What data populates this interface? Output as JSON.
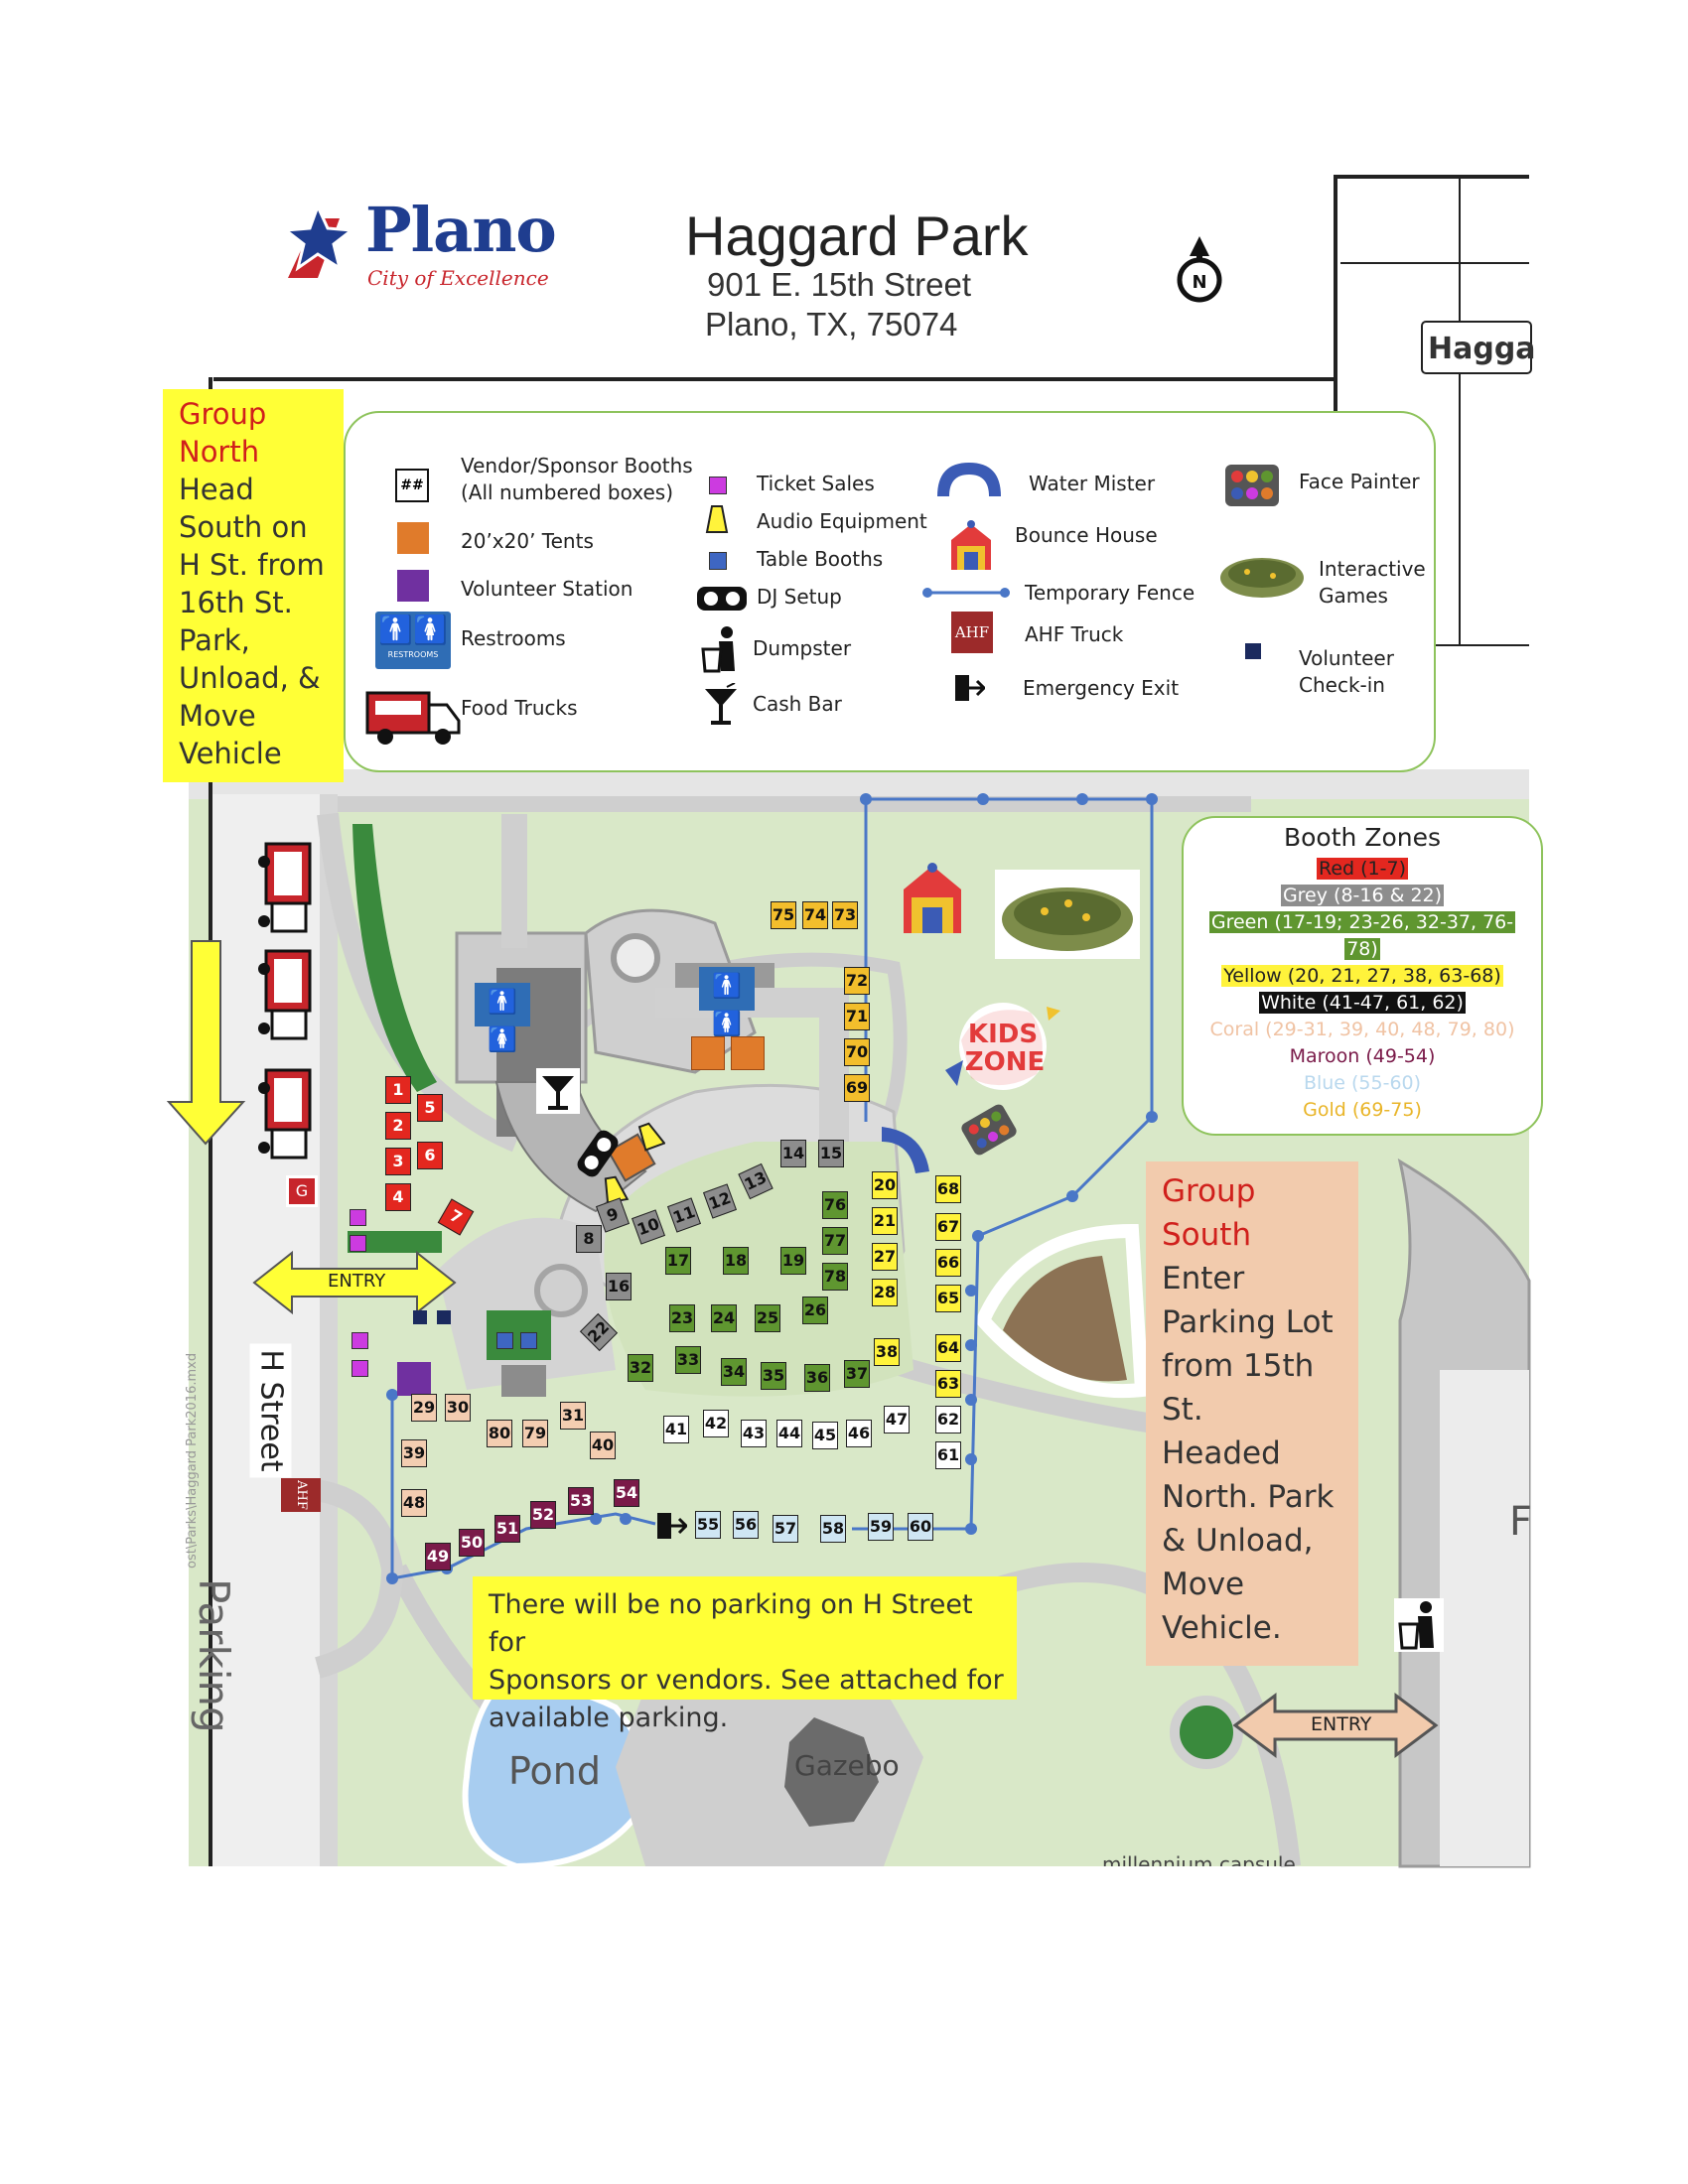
{
  "header": {
    "logo_name": "Plano",
    "logo_tagline": "City of Excellence",
    "title": "Haggard Park",
    "address_line1": "901 E. 15th Street",
    "address_line2": "Plano, TX, 75074",
    "inset_label": "Hagga"
  },
  "north_note": {
    "heading1": "Group",
    "heading2": "North",
    "lines": [
      "Head",
      "South on",
      "H St. from",
      "16th St.",
      "Park,",
      "Unload, &",
      "Move",
      "Vehicle"
    ]
  },
  "legend": {
    "vendor_booths": "Vendor/Sponsor Booths",
    "vendor_booths_sub": "(All numbered boxes)",
    "booth_symbol": "##",
    "tents": "20’x20’ Tents",
    "volunteer_station": "Volunteer Station",
    "restrooms": "Restrooms",
    "food_trucks": "Food Trucks",
    "ticket_sales": "Ticket Sales",
    "audio_equipment": "Audio Equipment",
    "table_booths": "Table Booths",
    "dj_setup": "DJ Setup",
    "dumpster": "Dumpster",
    "cash_bar": "Cash Bar",
    "water_mister": "Water Mister",
    "bounce_house": "Bounce House",
    "temporary_fence": "Temporary Fence",
    "ahf_truck": "AHF Truck",
    "ahf_mark": "AHF",
    "emergency_exit": "Emergency Exit",
    "face_painter": "Face Painter",
    "interactive_games_1": "Interactive",
    "interactive_games_2": "Games",
    "volunteer_checkin_1": "Volunteer",
    "volunteer_checkin_2": "Check-in",
    "restroom_sign": "RESTROOMS"
  },
  "zones": {
    "title": "Booth Zones",
    "items": [
      {
        "text": "Red (1-7)",
        "bg": "#e3271f",
        "fg": "#222222"
      },
      {
        "text": "Grey (8-16 & 22)",
        "bg": "#8d8d8d",
        "fg": "#ffffff"
      },
      {
        "text": "Green (17-19; 23-26, 32-37, 76-",
        "bg": "#5f9630",
        "fg": "#ffffff"
      },
      {
        "text": "78)",
        "bg": "#5f9630",
        "fg": "#ffffff"
      },
      {
        "text": "Yellow (20, 21, 27, 38, 63-68)",
        "bg": "#fff33b",
        "fg": "#222222"
      },
      {
        "text": "White (41-47, 61, 62)",
        "bg": "#111111",
        "fg": "#ffffff"
      },
      {
        "text": "Coral (29-31, 39, 40, 48, 79, 80)",
        "bg": "",
        "fg": "#f0c3a4"
      },
      {
        "text": "Maroon (49-54)",
        "bg": "",
        "fg": "#7a1a49"
      },
      {
        "text": "Blue (55-60)",
        "bg": "",
        "fg": "#b9d8ee"
      },
      {
        "text": "Gold (69-75)",
        "bg": "",
        "fg": "#e9b529"
      }
    ]
  },
  "south_note": {
    "heading1": "Group",
    "heading2": "South",
    "lines": [
      "Enter",
      "Parking Lot",
      "from 15th",
      "St.",
      "Headed",
      "North. Park",
      "& Unload,",
      "Move",
      "Vehicle."
    ]
  },
  "parking_note": {
    "lines": [
      "There will be no parking on H Street for",
      "Sponsors or vendors. See attached for",
      "available parking."
    ]
  },
  "map_labels": {
    "entry_west": "ENTRY",
    "entry_east": "ENTRY",
    "h_street": "H Street",
    "parking": "Parking",
    "pond": "Pond",
    "gazebo": "Gazebo",
    "kids_zone_1": "KIDS",
    "kids_zone_2": "ZONE",
    "ahf_map": "AHF",
    "g_marker": "G",
    "edge_letter": "F",
    "bottom_cut": "millennium capsule",
    "file_path": "ost\\Parks\\Haggard Park2016.mxd"
  },
  "booths": [
    {
      "n": "1",
      "z": "red"
    },
    {
      "n": "2",
      "z": "red"
    },
    {
      "n": "3",
      "z": "red"
    },
    {
      "n": "4",
      "z": "red"
    },
    {
      "n": "5",
      "z": "red"
    },
    {
      "n": "6",
      "z": "red"
    },
    {
      "n": "7",
      "z": "red"
    },
    {
      "n": "8",
      "z": "grey"
    },
    {
      "n": "9",
      "z": "grey"
    },
    {
      "n": "10",
      "z": "grey"
    },
    {
      "n": "11",
      "z": "grey"
    },
    {
      "n": "12",
      "z": "grey"
    },
    {
      "n": "13",
      "z": "grey"
    },
    {
      "n": "14",
      "z": "grey"
    },
    {
      "n": "15",
      "z": "grey"
    },
    {
      "n": "16",
      "z": "grey"
    },
    {
      "n": "22",
      "z": "grey"
    },
    {
      "n": "17",
      "z": "green"
    },
    {
      "n": "18",
      "z": "green"
    },
    {
      "n": "19",
      "z": "green"
    },
    {
      "n": "23",
      "z": "green"
    },
    {
      "n": "24",
      "z": "green"
    },
    {
      "n": "25",
      "z": "green"
    },
    {
      "n": "26",
      "z": "green"
    },
    {
      "n": "32",
      "z": "green"
    },
    {
      "n": "33",
      "z": "green"
    },
    {
      "n": "34",
      "z": "green"
    },
    {
      "n": "35",
      "z": "green"
    },
    {
      "n": "36",
      "z": "green"
    },
    {
      "n": "37",
      "z": "green"
    },
    {
      "n": "76",
      "z": "green"
    },
    {
      "n": "77",
      "z": "green"
    },
    {
      "n": "78",
      "z": "green"
    },
    {
      "n": "20",
      "z": "yellow"
    },
    {
      "n": "21",
      "z": "yellow"
    },
    {
      "n": "27",
      "z": "yellow"
    },
    {
      "n": "28",
      "z": "yellow"
    },
    {
      "n": "38",
      "z": "yellow"
    },
    {
      "n": "63",
      "z": "yellow"
    },
    {
      "n": "64",
      "z": "yellow"
    },
    {
      "n": "65",
      "z": "yellow"
    },
    {
      "n": "66",
      "z": "yellow"
    },
    {
      "n": "67",
      "z": "yellow"
    },
    {
      "n": "68",
      "z": "yellow"
    },
    {
      "n": "41",
      "z": "white"
    },
    {
      "n": "42",
      "z": "white"
    },
    {
      "n": "43",
      "z": "white"
    },
    {
      "n": "44",
      "z": "white"
    },
    {
      "n": "45",
      "z": "white"
    },
    {
      "n": "46",
      "z": "white"
    },
    {
      "n": "47",
      "z": "white"
    },
    {
      "n": "61",
      "z": "white"
    },
    {
      "n": "62",
      "z": "white"
    },
    {
      "n": "29",
      "z": "coral"
    },
    {
      "n": "30",
      "z": "coral"
    },
    {
      "n": "31",
      "z": "coral"
    },
    {
      "n": "39",
      "z": "coral"
    },
    {
      "n": "40",
      "z": "coral"
    },
    {
      "n": "48",
      "z": "coral"
    },
    {
      "n": "79",
      "z": "coral"
    },
    {
      "n": "80",
      "z": "coral"
    },
    {
      "n": "49",
      "z": "maroon"
    },
    {
      "n": "50",
      "z": "maroon"
    },
    {
      "n": "51",
      "z": "maroon"
    },
    {
      "n": "52",
      "z": "maroon"
    },
    {
      "n": "53",
      "z": "maroon"
    },
    {
      "n": "54",
      "z": "maroon"
    },
    {
      "n": "55",
      "z": "blue"
    },
    {
      "n": "56",
      "z": "blue"
    },
    {
      "n": "57",
      "z": "blue"
    },
    {
      "n": "58",
      "z": "blue"
    },
    {
      "n": "59",
      "z": "blue"
    },
    {
      "n": "60",
      "z": "blue"
    },
    {
      "n": "69",
      "z": "gold"
    },
    {
      "n": "70",
      "z": "gold"
    },
    {
      "n": "71",
      "z": "gold"
    },
    {
      "n": "72",
      "z": "gold"
    },
    {
      "n": "73",
      "z": "gold"
    },
    {
      "n": "74",
      "z": "gold"
    },
    {
      "n": "75",
      "z": "gold"
    }
  ]
}
